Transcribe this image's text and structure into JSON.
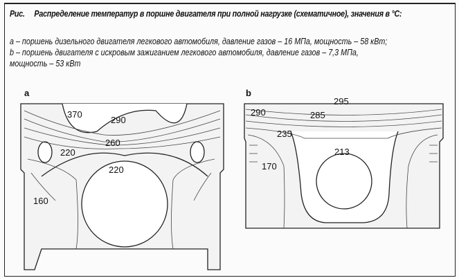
{
  "caption": {
    "prefix": "Рис.",
    "title": "Распределение температур в поршне двигателя при полной нагрузке (схематичное), значения в °С:"
  },
  "legend": [
    "a – поршень дизельного двигателя легкового автомобиля, давление газов – 16 МПа, мощность – 58 кВт;",
    "b – поршень двигателя с искровым зажиганием легкового автомобиля, давление газов – 7,3 МПа,",
    "мощность – 53 кВт"
  ],
  "piston_a": {
    "label": "a",
    "temps": [
      "370",
      "290",
      "260",
      "220",
      "220",
      "160"
    ]
  },
  "piston_b": {
    "label": "b",
    "temps": [
      "295",
      "290",
      "285",
      "235",
      "213",
      "170"
    ]
  }
}
